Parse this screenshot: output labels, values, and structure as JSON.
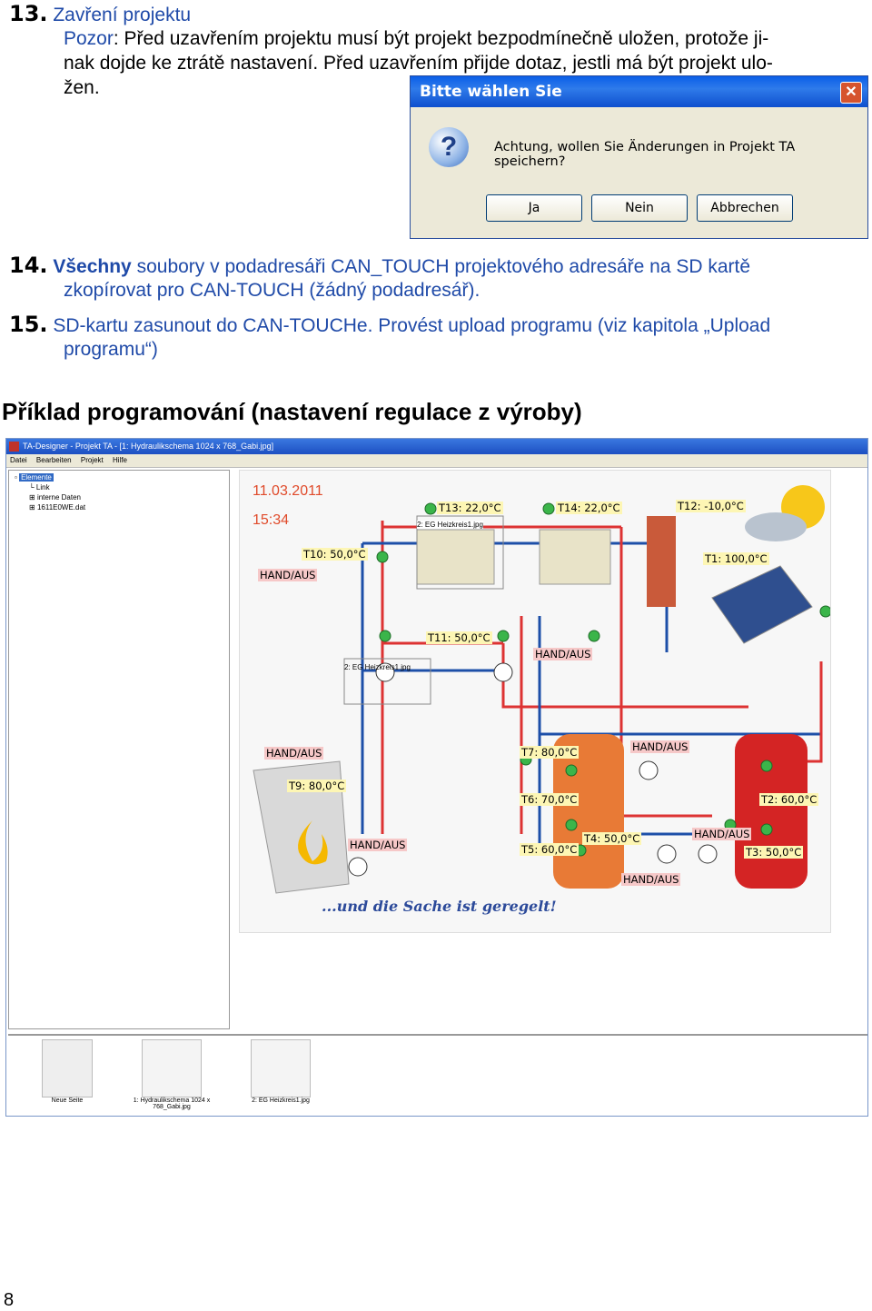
{
  "step13": {
    "number": "13.",
    "title": "Zavření projektu",
    "pozor": "Pozor",
    "line1": ": Před uzavřením projektu musí být projekt bezpodmínečně uložen, protože ji-",
    "line2": "nak dojde ke ztrátě nastavení. Před uzavřením přijde dotaz, jestli má být projekt ulo-",
    "line3": "žen."
  },
  "dialog": {
    "title": "Bitte wählen Sie",
    "message": "Achtung, wollen Sie Änderungen in Projekt TA speichern?",
    "buttons": [
      "Ja",
      "Nein",
      "Abbrechen"
    ],
    "close": "✕",
    "question_glyph": "?"
  },
  "step14": {
    "number": "14.",
    "bold": "Všechny",
    "line1": " soubory v podadresáři CAN_TOUCH projektového adresáře na SD kartě",
    "line2": "zkopírovat pro CAN-TOUCH (žádný podadresář)."
  },
  "step15": {
    "number": "15.",
    "line1": "SD-kartu zasunout do CAN-TOUCHe. Provést upload programu (viz kapitola „Upload",
    "line2": "programu“)"
  },
  "example_heading": "Příklad programování (nastavení regulace z výroby)",
  "designer": {
    "title": "TA-Designer - Projekt TA - [1: Hydraulikschema 1024 x 768_Gabi.jpg]",
    "menu": [
      "Datei",
      "Bearbeiten",
      "Projekt",
      "Hilfe"
    ],
    "tree": [
      "Elemente",
      "Link",
      "interne Daten",
      "1611E0WE.dat"
    ],
    "scheme": {
      "date": "11.03.2011",
      "time": "15:34",
      "sensors": {
        "t13": "T13: 22,0°C",
        "t14": "T14: 22,0°C",
        "t12": "T12: -10,0°C",
        "t10": "T10: 50,0°C",
        "t1": "T1: 100,0°C",
        "t11": "T11: 50,0°C",
        "t7": "T7: 80,0°C",
        "t9": "T9: 80,0°C",
        "t6": "T6: 70,0°C",
        "t2": "T2: 60,0°C",
        "t4": "T4: 50,0°C",
        "t5": "T5: 60,0°C",
        "t3": "T3: 50,0°C"
      },
      "hand_aus": "HAND/AUS",
      "link1": "2: EG Heizkreis1.jpg",
      "link2": "2: EG Heizkreis1.jpg",
      "slogan": "...und die Sache ist geregelt!"
    },
    "thumbnails": [
      "Neue Seite",
      "1: Hydraulikschema 1024 x 768_Gabi.jpg",
      "2: EG Heizkreis1.jpg"
    ]
  },
  "page_number": "8"
}
